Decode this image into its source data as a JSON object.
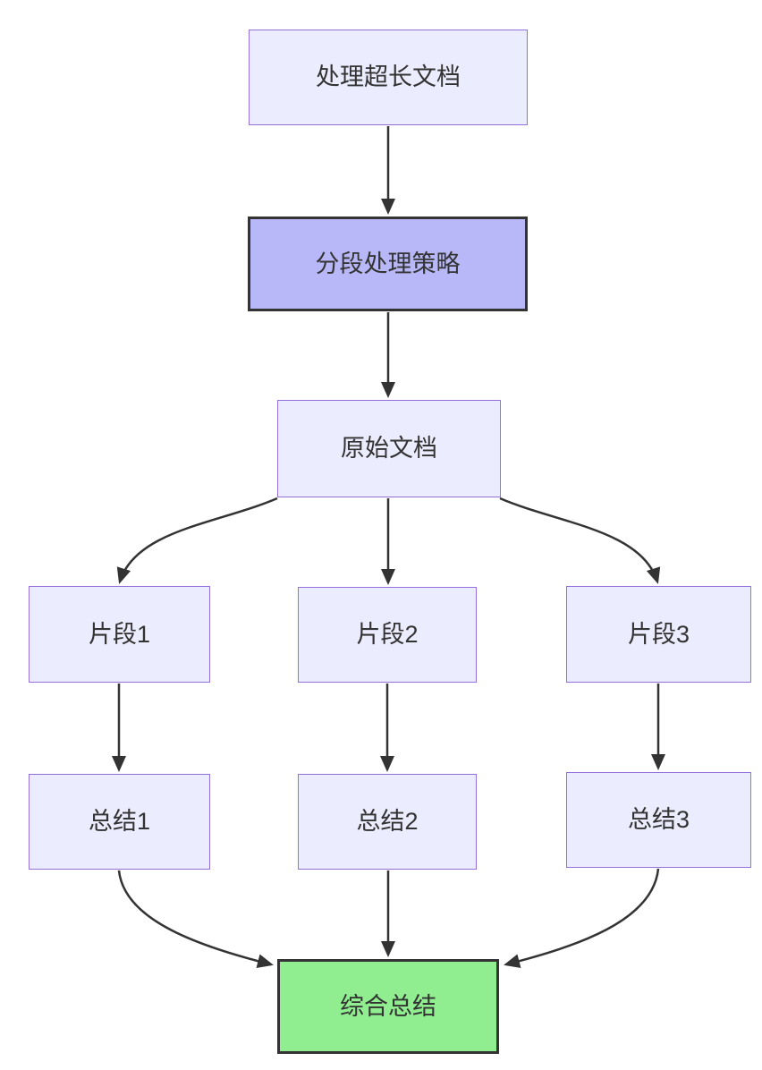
{
  "diagram": {
    "type": "flowchart",
    "direction": "top-down",
    "nodes": [
      {
        "id": "A",
        "label": "处理超长文档",
        "style": "default"
      },
      {
        "id": "B",
        "label": "分段处理策略",
        "style": "emphasis"
      },
      {
        "id": "C",
        "label": "原始文档",
        "style": "default"
      },
      {
        "id": "D1",
        "label": "片段1",
        "style": "default"
      },
      {
        "id": "D2",
        "label": "片段2",
        "style": "default"
      },
      {
        "id": "D3",
        "label": "片段3",
        "style": "default"
      },
      {
        "id": "E1",
        "label": "总结1",
        "style": "default"
      },
      {
        "id": "E2",
        "label": "总结2",
        "style": "default"
      },
      {
        "id": "E3",
        "label": "总结3",
        "style": "default"
      },
      {
        "id": "F",
        "label": "综合总结",
        "style": "success"
      }
    ],
    "edges": [
      {
        "from": "A",
        "to": "B",
        "arrow": "filled-triangle"
      },
      {
        "from": "B",
        "to": "C",
        "arrow": "filled-triangle"
      },
      {
        "from": "C",
        "to": "D1",
        "arrow": "filled-triangle"
      },
      {
        "from": "C",
        "to": "D2",
        "arrow": "filled-triangle"
      },
      {
        "from": "C",
        "to": "D3",
        "arrow": "filled-triangle"
      },
      {
        "from": "D1",
        "to": "E1",
        "arrow": "filled-triangle"
      },
      {
        "from": "D2",
        "to": "E2",
        "arrow": "filled-triangle"
      },
      {
        "from": "D3",
        "to": "E3",
        "arrow": "filled-triangle"
      },
      {
        "from": "E1",
        "to": "F",
        "arrow": "filled-triangle"
      },
      {
        "from": "E2",
        "to": "F",
        "arrow": "filled-triangle"
      },
      {
        "from": "E3",
        "to": "F",
        "arrow": "filled-triangle"
      }
    ],
    "colors": {
      "background": "#ffffff",
      "node_fill": "#ECECFF",
      "node_border": "#9370DB",
      "emphasis_fill": "#b8b8f8",
      "emphasis_border": "#333333",
      "success_fill": "#90EE90",
      "success_border": "#333333",
      "edge": "#333333",
      "text": "#333333"
    }
  }
}
